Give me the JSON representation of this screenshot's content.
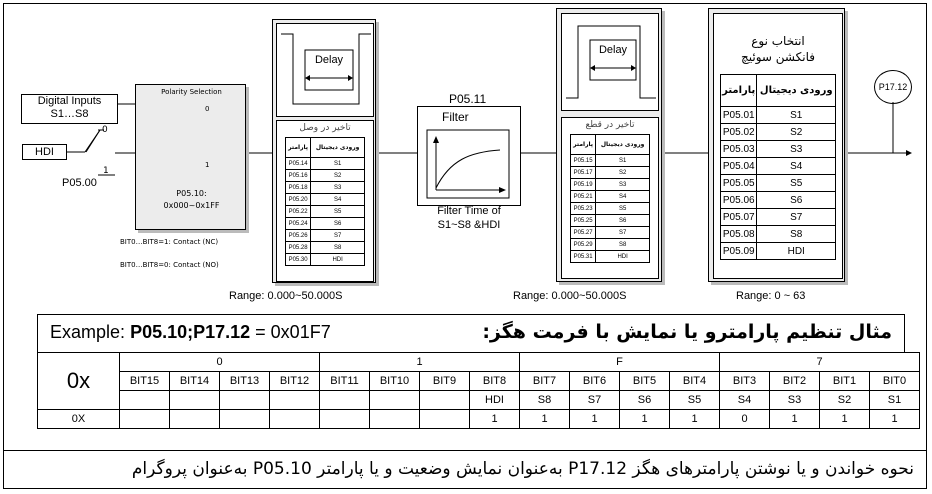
{
  "inputs": {
    "digital_label_1": "Digital Inputs",
    "digital_label_2": "S1…S8",
    "hdi_label": "HDI",
    "switch_param": "P05.00",
    "switch_pos0": "0",
    "switch_pos1": "1"
  },
  "polarity": {
    "title": "Polarity Selection",
    "pos0": "0",
    "pos1": "1",
    "param": "P05.10:",
    "range": "0x000~0x1FF",
    "note_nc": "BIT0…BIT8=1: Contact (NC)",
    "note_no": "BIT0…BIT8=0: Contact (NO)"
  },
  "delay_on": {
    "delay_label": "Delay",
    "title": "تاخیر در وصل",
    "col_param": "پارامتر",
    "col_input": "ورودی دیجیتال",
    "rows": [
      [
        "P05.14",
        "S1"
      ],
      [
        "P05.16",
        "S2"
      ],
      [
        "P05.18",
        "S3"
      ],
      [
        "P05.20",
        "S4"
      ],
      [
        "P05.22",
        "S5"
      ],
      [
        "P05.24",
        "S6"
      ],
      [
        "P05.26",
        "S7"
      ],
      [
        "P05.28",
        "S8"
      ],
      [
        "P05.30",
        "HDI"
      ]
    ],
    "range": "Range: 0.000~50.000S"
  },
  "filter": {
    "param": "P05.11",
    "title": "Filter",
    "caption_1": "Filter Time of",
    "caption_2": "S1~S8 &HDI"
  },
  "delay_off": {
    "delay_label": "Delay",
    "title": "تاخیر در قطع",
    "col_param": "پارامتر",
    "col_input": "ورودی دیجیتال",
    "rows": [
      [
        "P05.15",
        "S1"
      ],
      [
        "P05.17",
        "S2"
      ],
      [
        "P05.19",
        "S3"
      ],
      [
        "P05.21",
        "S4"
      ],
      [
        "P05.23",
        "S5"
      ],
      [
        "P05.25",
        "S6"
      ],
      [
        "P05.27",
        "S7"
      ],
      [
        "P05.29",
        "S8"
      ],
      [
        "P05.31",
        "HDI"
      ]
    ],
    "range": "Range: 0.000~50.000S"
  },
  "function": {
    "title_1": "انتخاب نوع",
    "title_2": "فانکشن سوئیچ",
    "col_param": "پارامتر",
    "col_input": "ورودی دیجیتال",
    "rows": [
      [
        "P05.01",
        "S1"
      ],
      [
        "P05.02",
        "S2"
      ],
      [
        "P05.03",
        "S3"
      ],
      [
        "P05.04",
        "S4"
      ],
      [
        "P05.05",
        "S5"
      ],
      [
        "P05.06",
        "S6"
      ],
      [
        "P05.07",
        "S7"
      ],
      [
        "P05.08",
        "S8"
      ],
      [
        "P05.09",
        "HDI"
      ]
    ],
    "range": "Range: 0 ~ 63"
  },
  "output": {
    "label": "P17.12"
  },
  "example": {
    "label": "Example:",
    "params": "P05.10;P17.12",
    "value": " = 0x01F7",
    "persian": "مثال تنظیم پارامترو یا نمایش با فرمت هگز:"
  },
  "bits": {
    "prefix": "0x",
    "hex_digits": [
      "0",
      "1",
      "F",
      "7"
    ],
    "bit_names": [
      "BIT15",
      "BIT14",
      "BIT13",
      "BIT12",
      "BIT11",
      "BIT10",
      "BIT9",
      "BIT8",
      "BIT7",
      "BIT6",
      "BIT5",
      "BIT4",
      "BIT3",
      "BIT2",
      "BIT1",
      "BIT0"
    ],
    "signals": [
      "",
      "",
      "",
      "",
      "",
      "",
      "",
      "HDI",
      "S8",
      "S7",
      "S6",
      "S5",
      "S4",
      "S3",
      "S2",
      "S1"
    ],
    "row_label": "0X",
    "values": [
      "",
      "",
      "",
      "",
      "",
      "",
      "",
      "1",
      "1",
      "1",
      "1",
      "1",
      "0",
      "1",
      "1",
      "1"
    ]
  },
  "footer": {
    "text": "نحوه خواندن و یا نوشتن پارامترهای هگز P17.12 به‌عنوان نمایش وضعیت و یا پارامتر P05.10 به‌عنوان پروگرام"
  },
  "colors": {
    "shade": "#ececec",
    "border": "#000000"
  }
}
